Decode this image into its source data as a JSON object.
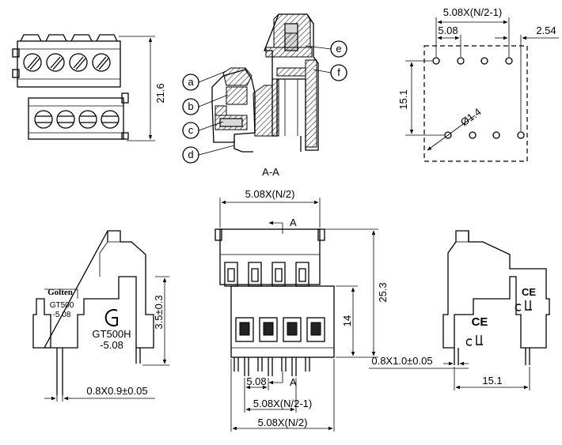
{
  "section": {
    "title": "A-A",
    "marker": "A"
  },
  "callouts": [
    "a",
    "b",
    "c",
    "d",
    "e",
    "f"
  ],
  "dims": {
    "height_216": "21.6",
    "pitch_half": "5.08X(N/2-1)",
    "pitch": "5.08",
    "offset": "2.54",
    "row_gap": "15.1",
    "hole": "Ø1.4",
    "width_front": "5.08X(N/2)",
    "height_253": "25.3",
    "height_14": "14",
    "pitch_front": "5.08",
    "pitch_front_half": "5.08X(N/2-1)",
    "width_bottom": "5.08X(N/2)",
    "pin_left": "0.8X0.9±0.05",
    "pin_right": "0.8X1.0±0.05",
    "standoff": "3.5±0.3",
    "depth_right": "15.1"
  },
  "labels": {
    "brand": "Golten",
    "model_small": "GT500",
    "pitch_small": "-5.08",
    "model_large": "GT500H",
    "pitch_large": "-5.08",
    "ce": "CE"
  }
}
